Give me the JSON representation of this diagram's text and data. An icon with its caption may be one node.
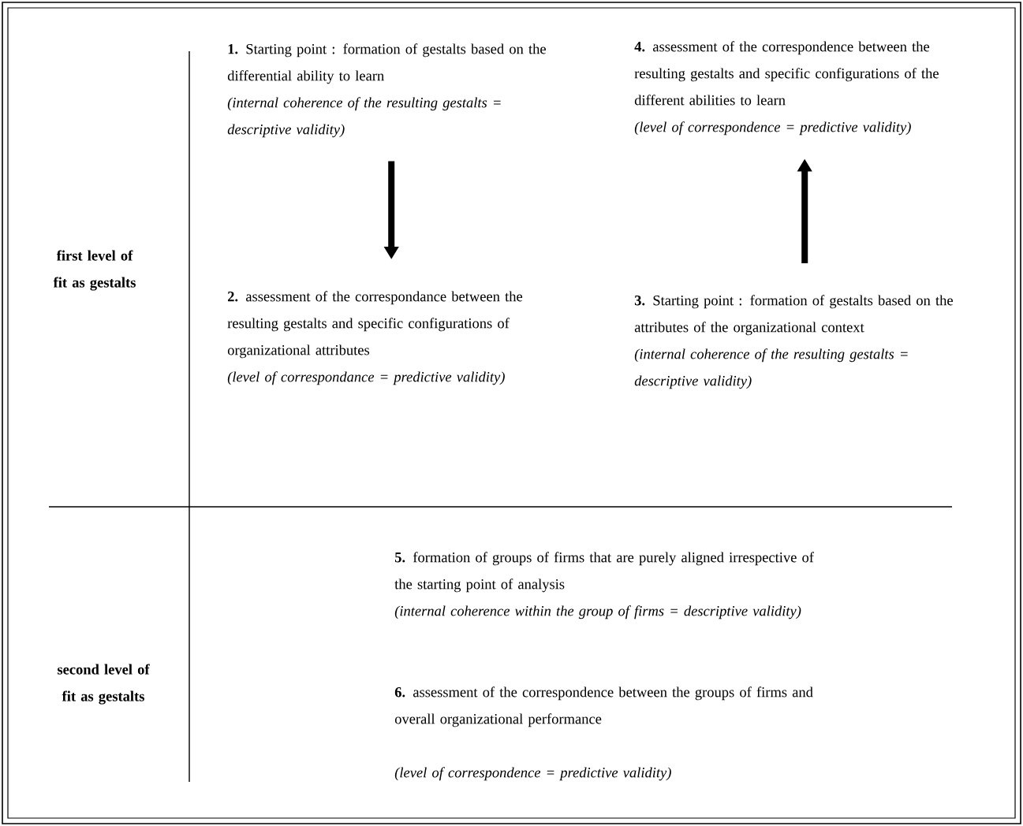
{
  "diagram": {
    "nodes": [
      {
        "text": [
          "**1.** Starting point : formation of gestalts based on the differential ability to learn",
          "(internal coherence of the resulting gestalts = descriptive validity)"
        ]
      },
      {
        "text": [
          "**4.** assessment of the correspondence between the resulting gestalts and specific configurations of the different abilities to learn",
          "(level of correspondence = predictive validity)"
        ]
      },
      {
        "text": [
          "**2.** assessment of the correspondance between the resulting gestalts and specific configurations of organizational attributes",
          "(level of correspondance = predictive validity)"
        ]
      },
      {
        "text": [
          "**3.** Starting point : formation of gestalts based on the attributes of the organizational context",
          "(internal coherence of the resulting gestalts = descriptive validity)"
        ]
      }
    ],
    "edges": [
      {
        "from": 0,
        "to": 2,
        "arrow": "to"
      },
      {
        "from": 3,
        "to": 1,
        "arrow": "to"
      }
    ],
    "labels": [
      "first level of fit as gestalts",
      "second level of fit as gestalts",
      "**5.** formation of groups of firms that are purely aligned irrespective of the starting point of analysis",
      "(internal coherence within the group of firms = descriptive validity)",
      "**6.** assessment of the correspondence between the groups of firms and overall organizational performance",
      "(level of correspondence = predictive validity)"
    ]
  }
}
